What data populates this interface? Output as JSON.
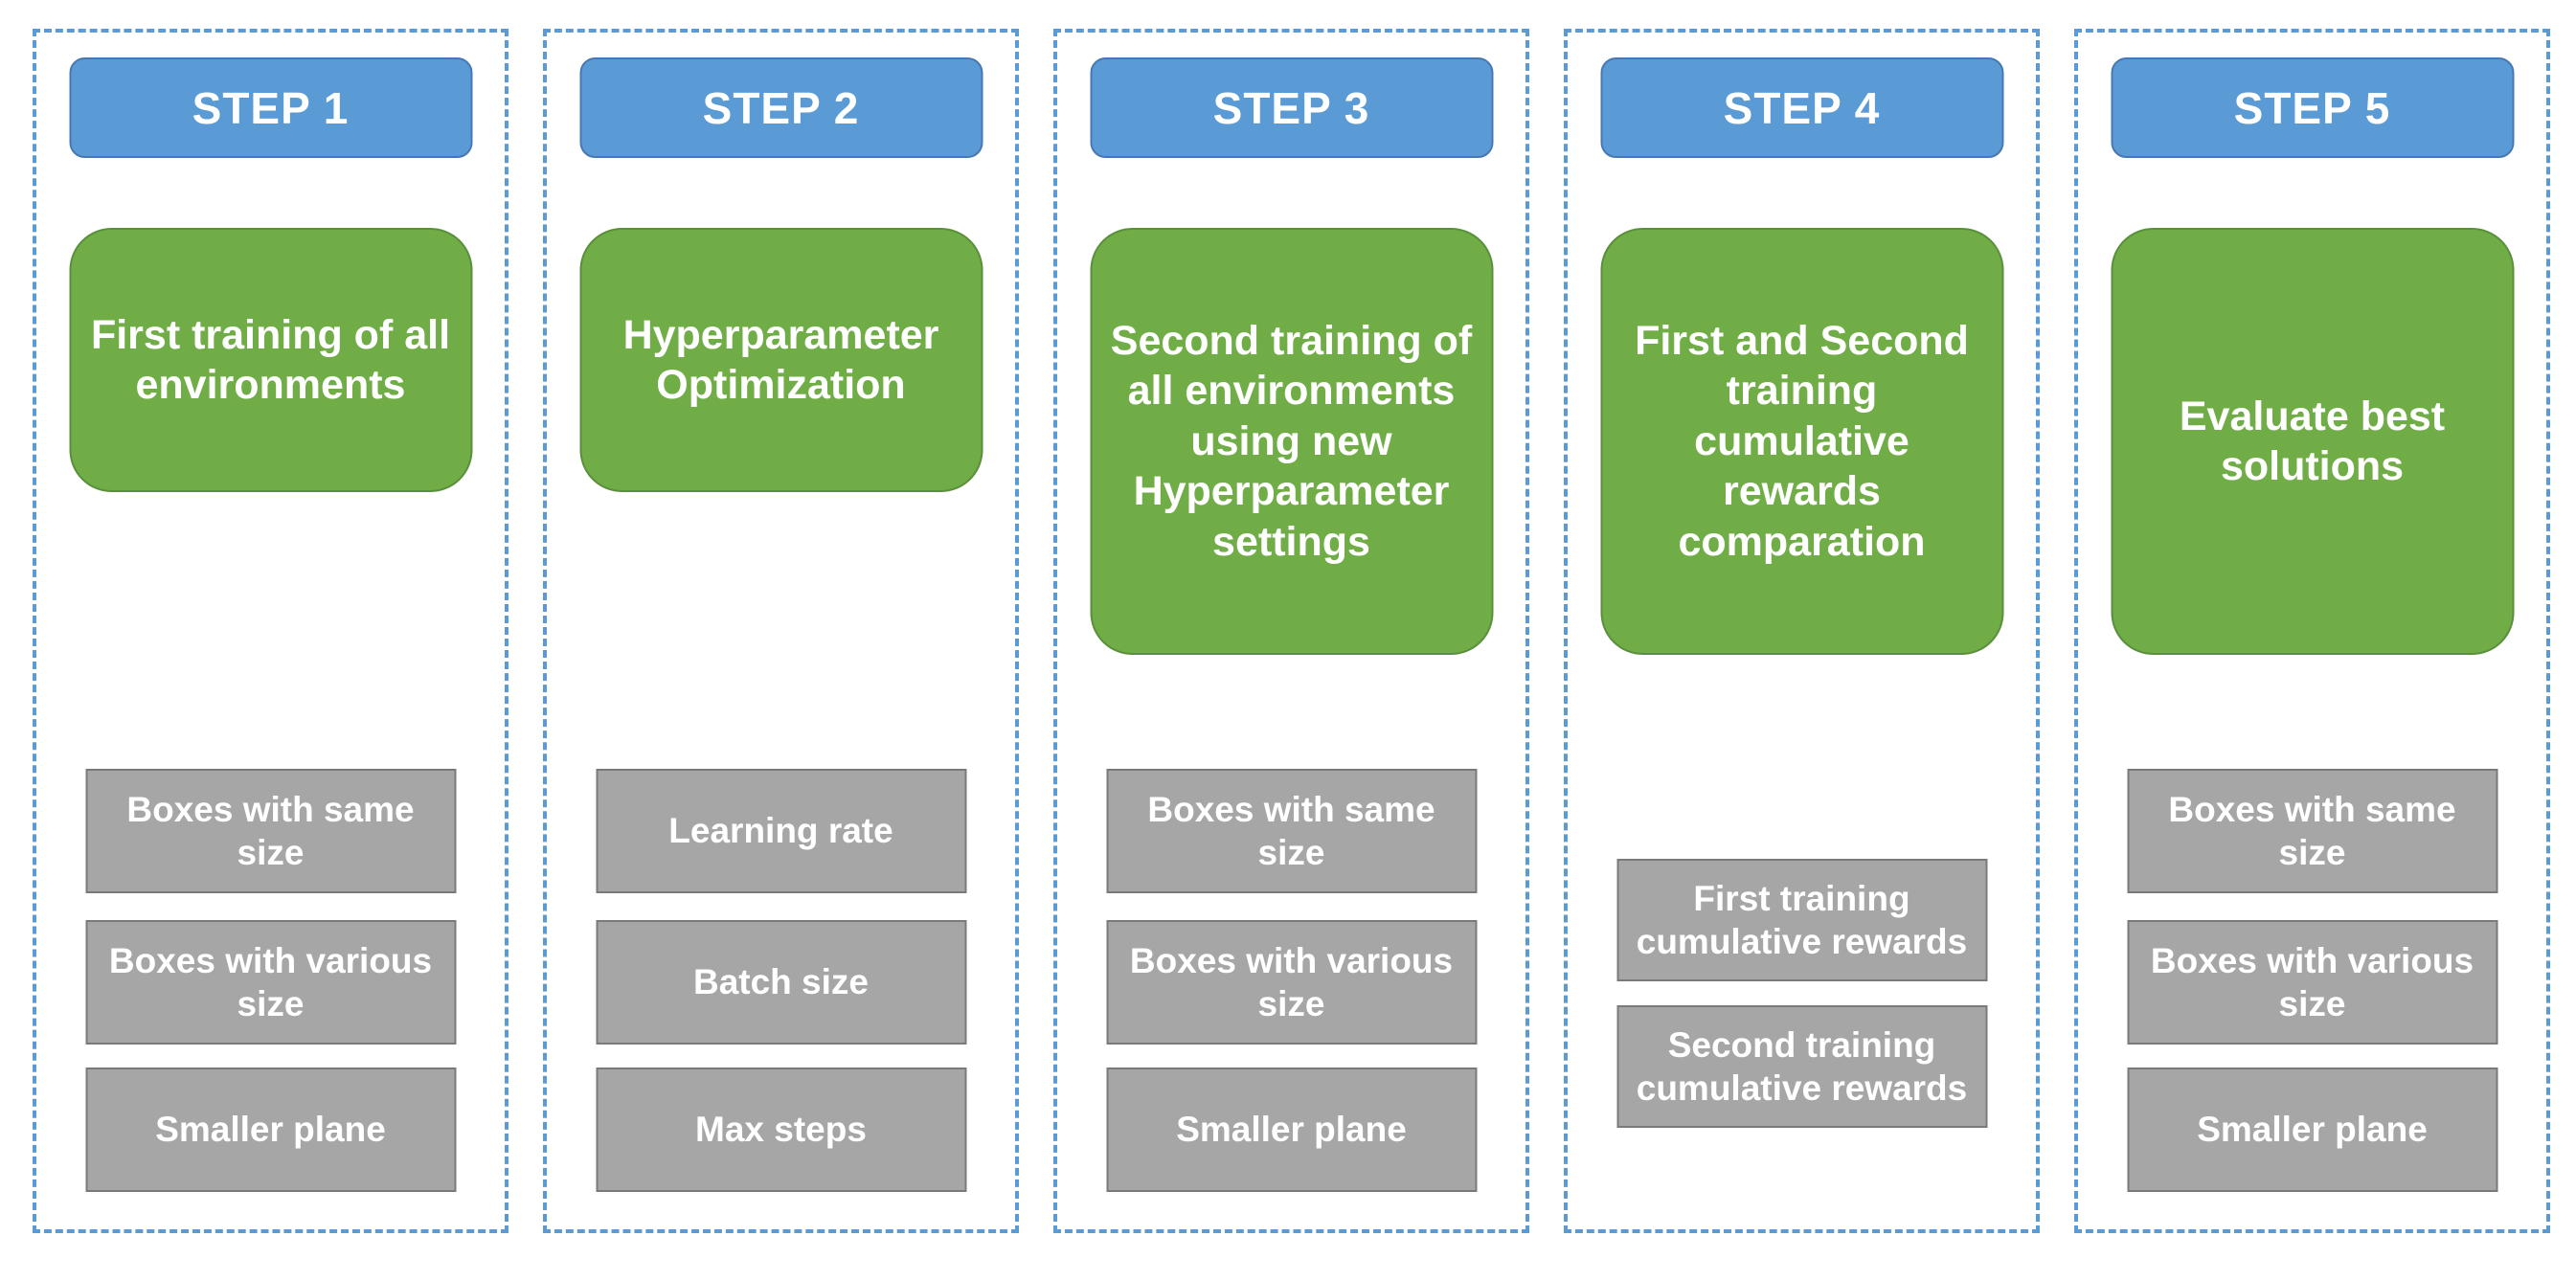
{
  "colors": {
    "step_header_fill": "#5B9BD5",
    "step_header_border": "#4778B3",
    "task_box_fill": "#70AD47",
    "task_box_border": "#5A8F3C",
    "item_box_fill": "#A6A6A6",
    "item_box_border": "#7A7A7A",
    "column_dashed_border": "#5B9BD5",
    "text": "#FFFFFF",
    "background": "#FFFFFF"
  },
  "columns": [
    {
      "step": "STEP 1",
      "task": [
        "First training of all",
        "environments"
      ],
      "items": [
        "Boxes with same size",
        [
          "Boxes with various",
          "size"
        ],
        "Smaller plane"
      ]
    },
    {
      "step": "STEP 2",
      "task": [
        "Hyperparameter",
        "Optimization"
      ],
      "items": [
        "Learning rate",
        "Batch size",
        "Max steps"
      ]
    },
    {
      "step": "STEP 3",
      "task": [
        "Second training of",
        "all environments",
        "using new",
        "Hyperparameter",
        "settings"
      ],
      "items": [
        "Boxes with same size",
        [
          "Boxes with various",
          "size"
        ],
        "Smaller plane"
      ]
    },
    {
      "step": "STEP 4",
      "task": [
        "First and Second",
        "training",
        "cumulative",
        "rewards",
        "comparation"
      ],
      "items": [
        [
          "First training",
          "cumulative rewards"
        ],
        [
          "Second training",
          "cumulative rewards"
        ]
      ]
    },
    {
      "step": "STEP 5",
      "task": [
        "Evaluate best",
        "solutions"
      ],
      "items": [
        "Boxes with same size",
        [
          "Boxes with various",
          "size"
        ],
        "Smaller plane"
      ]
    }
  ]
}
